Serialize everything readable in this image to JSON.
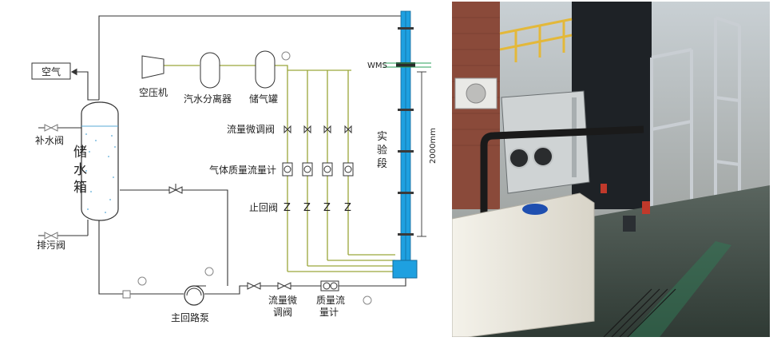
{
  "diagram": {
    "air": "空气",
    "water_tank": [
      "储",
      "水",
      "箱"
    ],
    "makeup_valve": "补水阀",
    "drain_valve": "排污阀",
    "compressor": "空压机",
    "separator": "汽水分离器",
    "gas_tank": "储气罐",
    "flow_trim_valve": "流量微调阀",
    "gas_mass_flowmeter": "气体质量流量计",
    "check_valve": "止回阀",
    "wms": "WMS",
    "test_section": [
      "实",
      "验",
      "段"
    ],
    "length": "2000mm",
    "main_pump": "主回路泵",
    "loop_trim_valve": [
      "流量微",
      "调阀"
    ],
    "loop_mass_flowmeter": [
      "质量流",
      "量计"
    ]
  },
  "photo": {
    "description_colors": {
      "tank": "#ece9e0",
      "cap": "#1f4fb0",
      "frame": "#c9ced3",
      "floor": "#4c5a52"
    }
  }
}
